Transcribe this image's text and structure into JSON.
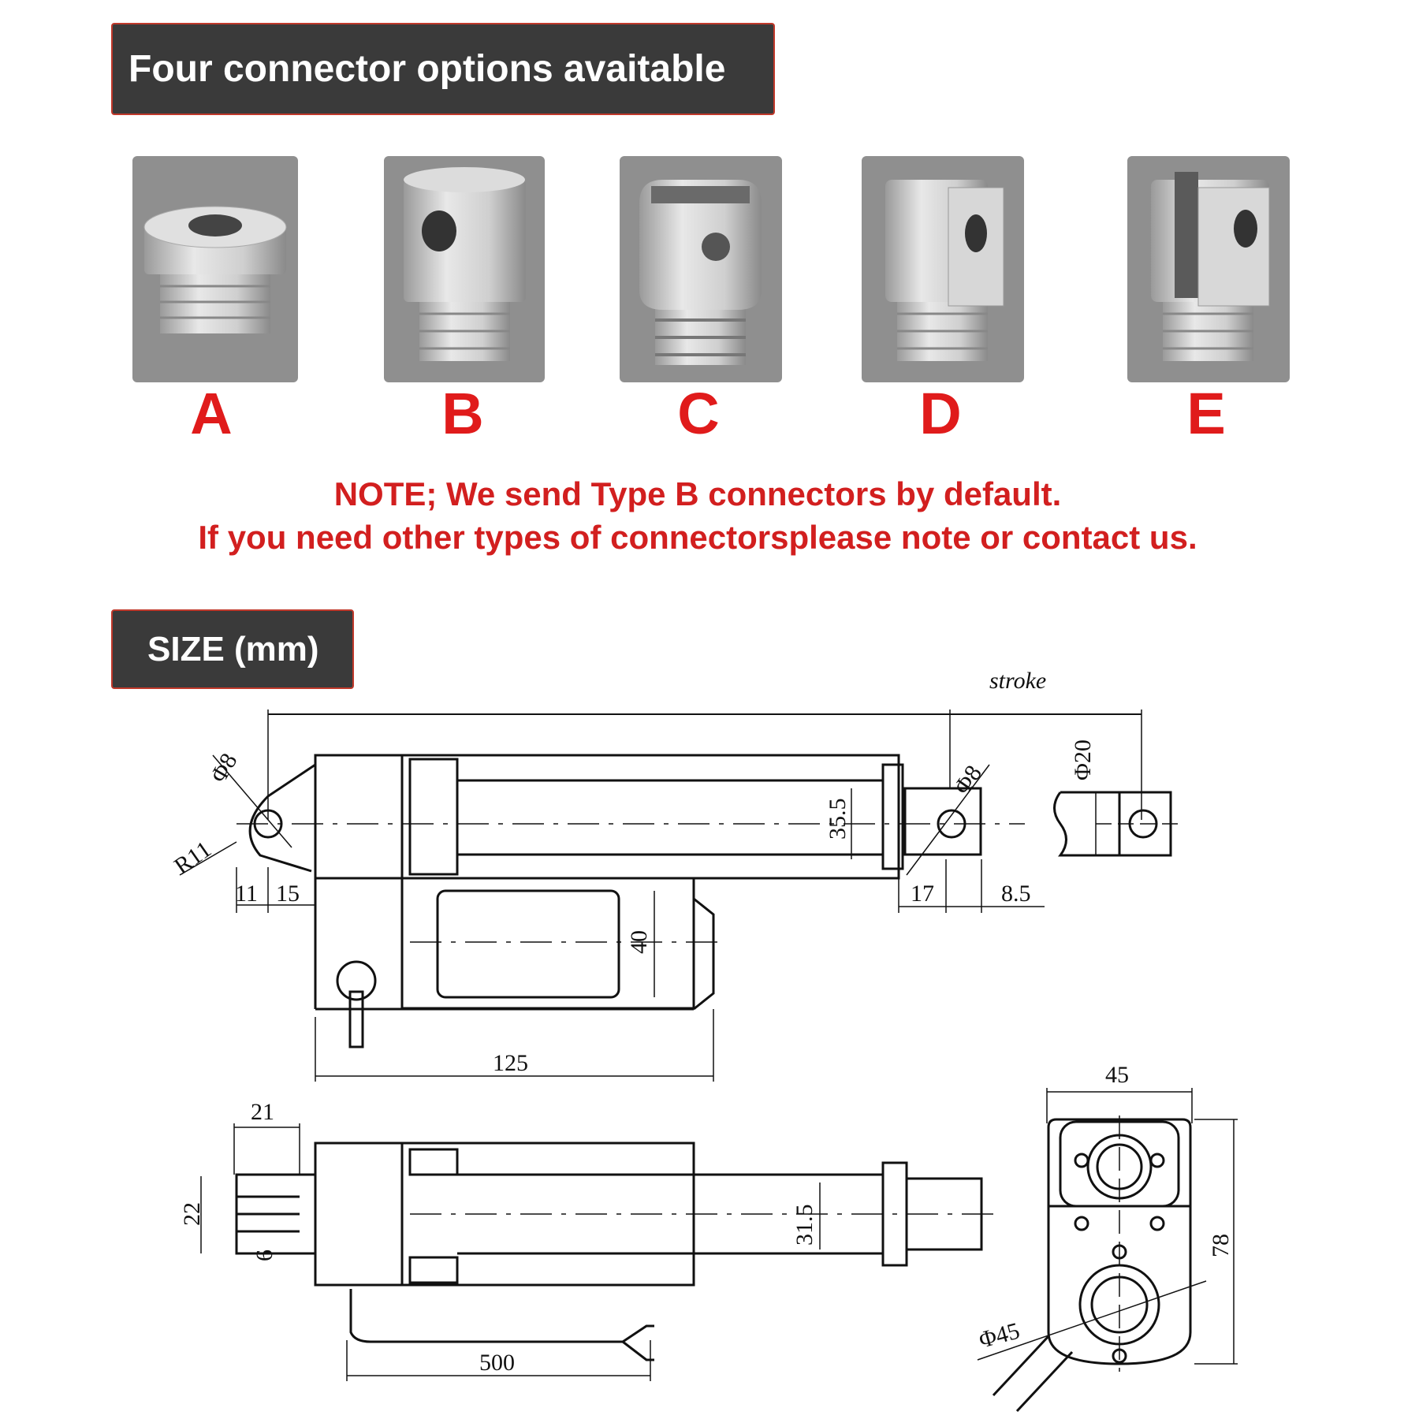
{
  "headings": {
    "connectors": "Four connector options avaitable",
    "size": "SIZE (mm)"
  },
  "connectors": [
    {
      "letter": "A",
      "icon": "threaded-adapter-icon"
    },
    {
      "letter": "B",
      "icon": "cylinder-cross-hole-icon"
    },
    {
      "letter": "C",
      "icon": "slotted-cylinder-icon"
    },
    {
      "letter": "D",
      "icon": "flat-tab-icon"
    },
    {
      "letter": "E",
      "icon": "clevis-fork-icon"
    }
  ],
  "note": {
    "line1": "NOTE; We send Type B connectors by default.",
    "line2": "If you need other types of connectorsplease note or contact us."
  },
  "drawing": {
    "stroke": "stroke",
    "d_phi8_left": "Φ8",
    "d_r11": "R11",
    "d_11": "11",
    "d_15": "15",
    "d_35_5": "35.5",
    "d_phi8_right": "Φ8",
    "d_phi20": "Φ20",
    "d_17": "17",
    "d_8_5": "8.5",
    "d_40": "40",
    "d_125": "125",
    "d_21": "21",
    "d_22": "22",
    "d_6": "6",
    "d_31_5": "31.5",
    "d_500": "500",
    "d_45": "45",
    "d_78": "78",
    "d_phi45": "Φ45"
  },
  "colors": {
    "banner_bg": "#3a3a3a",
    "banner_border": "#c0392b",
    "accent_red": "#e01b1b",
    "note_red": "#d21f1f"
  }
}
